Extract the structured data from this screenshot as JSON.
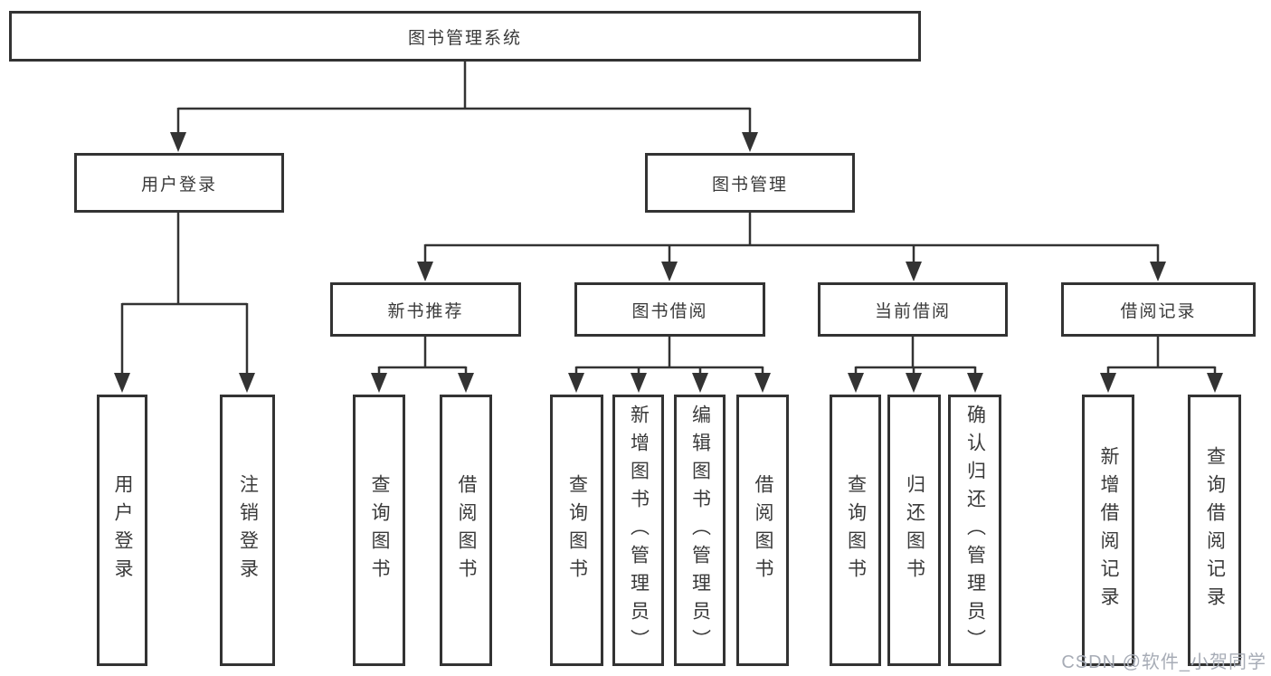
{
  "diagram": {
    "root": {
      "label": "图书管理系统"
    },
    "branches": [
      {
        "label": "用户登录",
        "children": [
          {
            "label": "用户登录"
          },
          {
            "label": "注销登录"
          }
        ]
      },
      {
        "label": "图书管理",
        "children": [
          {
            "label": "新书推荐",
            "children": [
              {
                "label": "查询图书"
              },
              {
                "label": "借阅图书"
              }
            ]
          },
          {
            "label": "图书借阅",
            "children": [
              {
                "label": "查询图书"
              },
              {
                "label": "新增图书（管理员）"
              },
              {
                "label": "编辑图书（管理员）"
              },
              {
                "label": "借阅图书"
              }
            ]
          },
          {
            "label": "当前借阅",
            "children": [
              {
                "label": "查询图书"
              },
              {
                "label": "归还图书"
              },
              {
                "label": "确认归还（管理员）"
              }
            ]
          },
          {
            "label": "借阅记录",
            "children": [
              {
                "label": "新增借阅记录"
              },
              {
                "label": "查询借阅记录"
              }
            ]
          }
        ]
      }
    ]
  },
  "watermark": {
    "text": "CSDN @软件_小贺同学"
  },
  "colors": {
    "line": "#333333",
    "text": "#3a3a3a",
    "background": "#ffffff",
    "watermark": "#a7acb6"
  }
}
